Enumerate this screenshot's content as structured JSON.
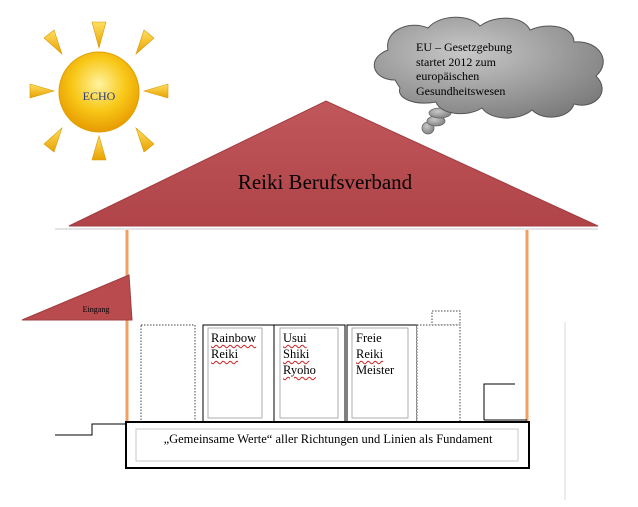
{
  "sun": {
    "label": "ECHO"
  },
  "cloud": {
    "lines": [
      "EU – Gesetzgebung",
      "startet 2012 zum",
      "europäischen",
      "Gesundheitswesen"
    ]
  },
  "roof": {
    "title": "Reiki Berufsverband"
  },
  "entrance": {
    "label": "Eingang"
  },
  "pillars": [
    {
      "lines": [
        "Rainbow",
        "Reiki"
      ]
    },
    {
      "lines": [
        "Usui",
        "Shiki",
        "Ryoho"
      ]
    },
    {
      "lines": [
        "Freie",
        "Reiki",
        "Meister"
      ]
    }
  ],
  "foundation": {
    "text": "„Gemeinsame Werte“ aller Richtungen und Linien als Fundament"
  },
  "colors": {
    "roof": "#b94b4f",
    "wall_line": "#f0a060",
    "sun": "#f5b60a",
    "cloud": "#8a8a8a"
  }
}
